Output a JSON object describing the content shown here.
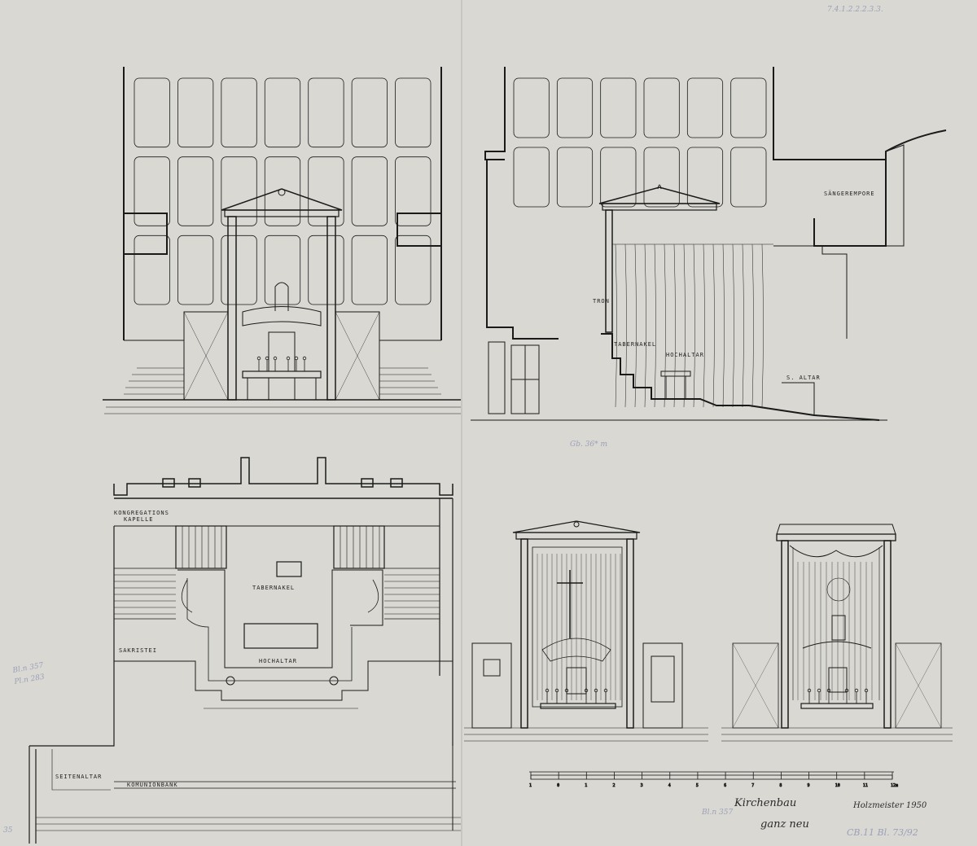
{
  "labels": {
    "saengerempore": "SÄNGEREMPORE",
    "tron": "TRON",
    "tabernakel_section": "TABERNAKEL",
    "hochaltar_section": "HOCHALTAR",
    "s_altar": "S. ALTAR",
    "kongregations": "KONGREGATIONS",
    "kapelle": "KAPELLE",
    "tabernakel_plan": "TABERNAKEL",
    "sakristei": "SAKRISTEI",
    "hochaltar_plan": "HOCHALTAR",
    "seitenaltar": "SEITENALTAR",
    "komunionbank": "KOMUNIONBANK"
  },
  "scale": {
    "ticks": [
      "1",
      "0",
      "1",
      "2",
      "3",
      "4",
      "5",
      "6",
      "7",
      "8",
      "9",
      "10",
      "11",
      "12m"
    ]
  },
  "annotations": {
    "title_line1": "Kirchenbau",
    "title_location": "Holzmeister 1950",
    "title_line2": "ganz neu",
    "pencil_top_right": "7.4.1.2.2.2.3.3.",
    "pencil_mid": "Gb. 36* m",
    "pencil_left_1": "Bl.n 357",
    "pencil_left_2": "Pl.n 283",
    "pencil_bottom_mid": "Bl.n 357",
    "pencil_bottom_right": "CB.11 Bl. 73/92",
    "pencil_margin": "35"
  },
  "colors": {
    "paper": "#d9d8d3",
    "ink": "#1a1a1a",
    "pencil": "#9aa0b8"
  }
}
